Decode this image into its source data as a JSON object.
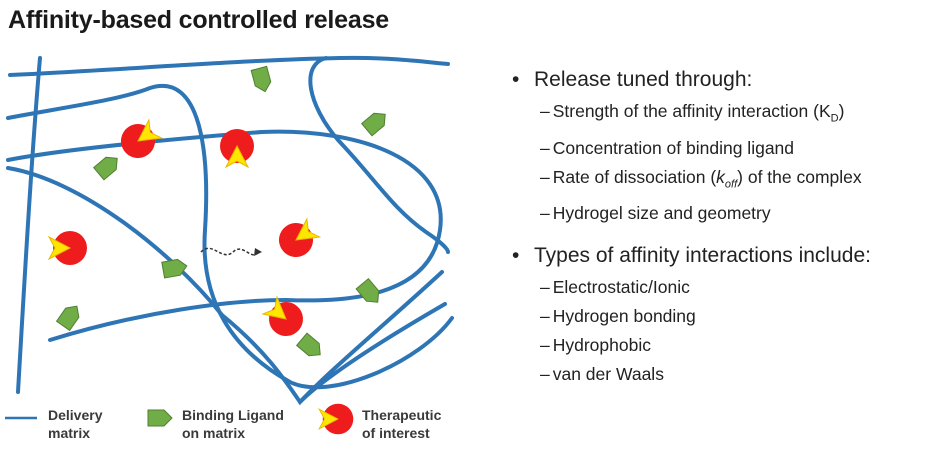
{
  "title": "Affinity-based controlled release",
  "colors": {
    "matrix": "#2e75b6",
    "ligand": "#70ad47",
    "ligand_edge": "#507e32",
    "therapeutic": "#ee1c1c",
    "therapeutic_core": "#ffe600"
  },
  "legend": {
    "matrix_line1": "Delivery",
    "matrix_line2": "matrix",
    "ligand_line1": "Binding Ligand",
    "ligand_line2": "on matrix",
    "therapeutic_line1": "Therapeutic",
    "therapeutic_line2": "of interest"
  },
  "bullets": {
    "b1": "Release tuned through:",
    "b1_items": [
      {
        "dash": "–",
        "pre": "Strength of the affinity interaction (K",
        "sub": "D",
        "post": ")"
      },
      {
        "dash": "–",
        "text": "Concentration of binding ligand"
      },
      {
        "dash": "–",
        "pre": "Rate of dissociation (",
        "ital": "k",
        "italsub": "off",
        "post": ") of the complex"
      },
      {
        "dash": "–",
        "text": "Hydrogel size and geometry"
      }
    ],
    "b2": "Types of affinity interactions include:",
    "b2_items": [
      {
        "dash": "–",
        "text": "Electrostatic/Ionic"
      },
      {
        "dash": "–",
        "text": "Hydrogen bonding"
      },
      {
        "dash": "–",
        "text": "Hydrophobic"
      },
      {
        "dash": "–",
        "text": "van der Waals"
      }
    ]
  }
}
